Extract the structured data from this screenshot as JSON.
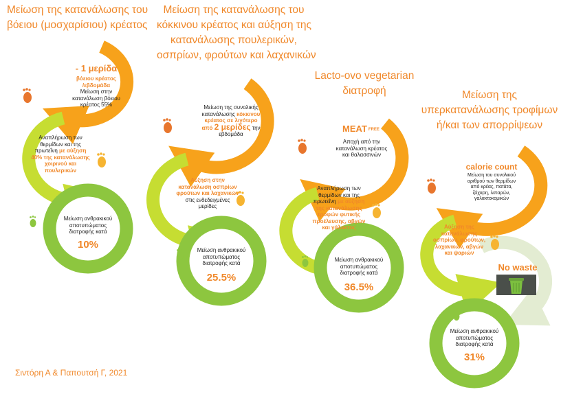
{
  "colors": {
    "orange": "#f7a21b",
    "lime": "#c6dd32",
    "green": "#8dc63f",
    "text_orange": "#f0882a",
    "foot_orange": "#e8762d",
    "foot_yellow": "#f6b431",
    "foot_green": "#8dc63f"
  },
  "columns": [
    {
      "title": [
        "Μείωση της κατανάλωσης του",
        "βόειου (μοσχαρίσιου) κρέατος"
      ],
      "step1": {
        "head": "- 1 μερίδα",
        "sub": [
          "βόειου κρέατος",
          "/εβδομάδα"
        ],
        "text": [
          "Μείωση στην",
          "κατανάλωση βόειου",
          "κρέατος 55%"
        ]
      },
      "step2": {
        "text": [
          "Αναπλήρωση των",
          "θερμίδων και της",
          "πρωτεΐνη"
        ],
        "hl": [
          "με αύξηση",
          "40% της κατανάλωσης",
          "χοιρινού και",
          "πουλερικών"
        ]
      },
      "step3": {
        "text": [
          "Μείωση ανθρακικού",
          "αποτυπώματος",
          "διατροφής κατά"
        ],
        "pct": "10%"
      }
    },
    {
      "title": [
        "Μείωση της κατανάλωσης του",
        "κόκκινου κρέατος και αύξηση της",
        "κατανάλωσης πουλερικών,",
        "οσπρίων, φρούτων και λαχανικών"
      ],
      "step1": {
        "text": [
          "Μείωση της συνολικής",
          "κατανάλωσης"
        ],
        "hl": [
          "κόκκινου",
          "κρέατος σε λιγότερο",
          "από"
        ],
        "big": "2 μερίδες",
        "tail": [
          "την",
          "εβδομάδα"
        ]
      },
      "step2": {
        "hl": [
          "Αύξηση στην",
          "κατανάλωση οσπρίων",
          "φρούτων και λαχανικών"
        ],
        "text": [
          "στις ενδεδειγμένες",
          "μερίδες"
        ]
      },
      "step3": {
        "text": [
          "Μείωση ανθρακικού",
          "αποτυπώματος",
          "διατροφής κατά"
        ],
        "pct": "25.5%"
      }
    },
    {
      "title": [
        "Lacto-ovo vegetarian",
        "διατροφή"
      ],
      "step1": {
        "head": "MEAT",
        "head_sup": "FREE",
        "text": [
          "Αποχή από την",
          "κατανάλωση κρέατος",
          "και θαλασσινών"
        ]
      },
      "step2": {
        "text": [
          "Αναπλήρωση των",
          "θερμίδων και της",
          "πρωτεΐνη"
        ],
        "hl": [
          "με αύξηση",
          "της κατανάλωσης",
          "τροφών φυτικής",
          "προέλευσης, αβγών",
          "και γάλακτος"
        ]
      },
      "step3": {
        "text": [
          "Μείωση ανθρακικού",
          "αποτυπώματος",
          "διατροφής κατά"
        ],
        "pct": "36.5%"
      }
    },
    {
      "title": [
        "Μείωση της",
        "υπερκατανάλωσης τροφίμων",
        "ή/και των απορρίψεων"
      ],
      "step1": {
        "head": "calorie count",
        "text": [
          "Μείωση του συνολικού",
          "αριθμού των θερμίδων",
          "από κρέας, πατάτα,",
          "ζάχαρη, λιπαρών,",
          "γαλακτοκομικών"
        ]
      },
      "step2": {
        "hl": [
          "Αύξηση της",
          "κατανάλωσης",
          "οσπρίων, φρούτων,",
          "λαχανικών, αβγών",
          "και ψαριών"
        ]
      },
      "step3": {
        "head": "No waste"
      },
      "step4": {
        "text": [
          "Μείωση ανθρακικού",
          "αποτυπώματος",
          "διατροφής κατά"
        ],
        "pct": "31%"
      }
    }
  ],
  "credit": "Σιντόρη Α & Παπουτσή Γ, 2021"
}
